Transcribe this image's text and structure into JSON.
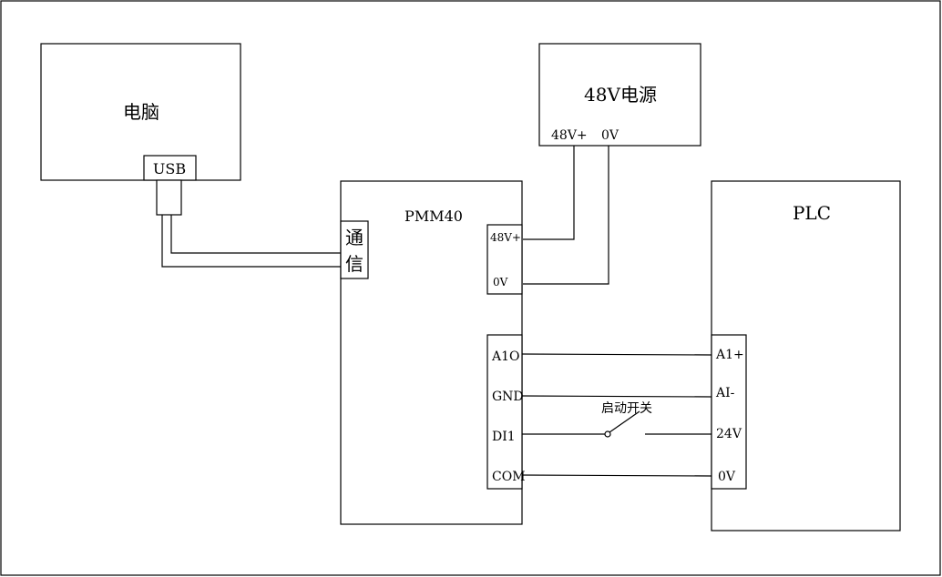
{
  "computer": {
    "title": "电脑",
    "usb_label": "USB"
  },
  "power": {
    "title": "48V电源",
    "pos_label": "48V+",
    "neg_label": "0V"
  },
  "drive": {
    "title": "PMM40",
    "comm_label_1": "通",
    "comm_label_2": "信",
    "pwr_pos": "48V+",
    "pwr_neg": "0V",
    "io_labels": [
      "A1O",
      "GND",
      "DI1",
      "COM"
    ]
  },
  "plc": {
    "title": "PLC",
    "io_labels": [
      "A1+",
      "AI-",
      "24V",
      "0V"
    ]
  },
  "switch_label": "启动开关"
}
